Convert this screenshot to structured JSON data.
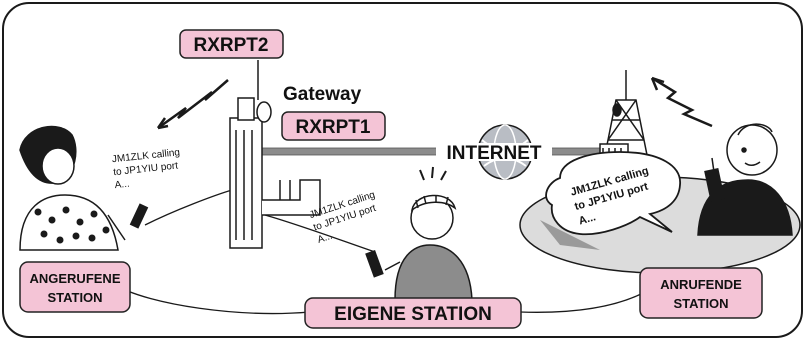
{
  "colors": {
    "label_fill": "#f4c4d6",
    "label_stroke": "#222222",
    "link": "#8c8c8c",
    "frame": "#1a1a1a",
    "ground": "#dcdcdc",
    "globe": "#b9bdc4"
  },
  "labels": {
    "rxrpt2": "RXRPT2",
    "gateway": "Gateway",
    "rxrpt1": "RXRPT1",
    "internet": "INTERNET",
    "called_station": [
      "ANGERUFENE",
      "STATION"
    ],
    "own_station": "EIGENE STATION",
    "calling_station": [
      "ANRUFENDE",
      "STATION"
    ]
  },
  "messages": {
    "called": [
      "JM1ZLK calling",
      "to JP1YIU port",
      "A..."
    ],
    "own": [
      "JM1ZLK calling",
      "to JP1YIU port",
      "A..."
    ],
    "calling": [
      "JM1ZLK calling",
      "to JP1YIU port",
      "A..."
    ]
  },
  "icons": [
    "woman-with-radio-icon",
    "repeater-building-icon",
    "globe-icon",
    "tower-icon",
    "man-with-radio-icon",
    "boy-with-radio-icon",
    "radio-wave-icon"
  ]
}
